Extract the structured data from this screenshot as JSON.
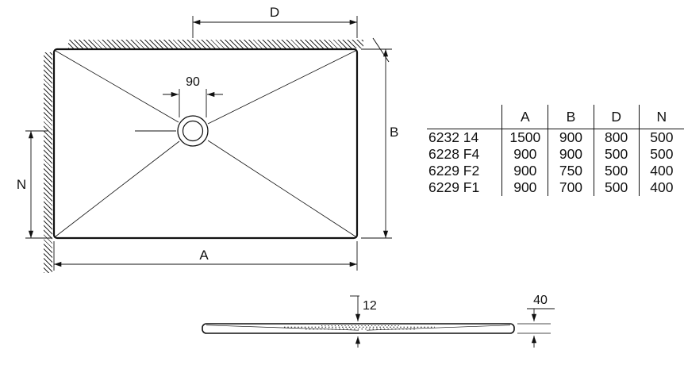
{
  "drawing": {
    "top_view": {
      "label_d": "D",
      "label_b": "B",
      "label_n": "N",
      "label_a": "A",
      "drain_dim": "90"
    },
    "side_view": {
      "thickness_dim": "12",
      "edge_height_dim": "40"
    }
  },
  "table": {
    "headers": [
      "A",
      "B",
      "D",
      "N"
    ],
    "rows": [
      {
        "model": "6232 14",
        "a": "1500",
        "b": "900",
        "d": "800",
        "n": "500"
      },
      {
        "model": "6228 F4",
        "a": "900",
        "b": "900",
        "d": "500",
        "n": "500"
      },
      {
        "model": "6229 F2",
        "a": "900",
        "b": "750",
        "d": "500",
        "n": "400"
      },
      {
        "model": "6229 F1",
        "a": "900",
        "b": "700",
        "d": "500",
        "n": "400"
      }
    ]
  },
  "colors": {
    "line": "#111111",
    "background": "#ffffff"
  }
}
